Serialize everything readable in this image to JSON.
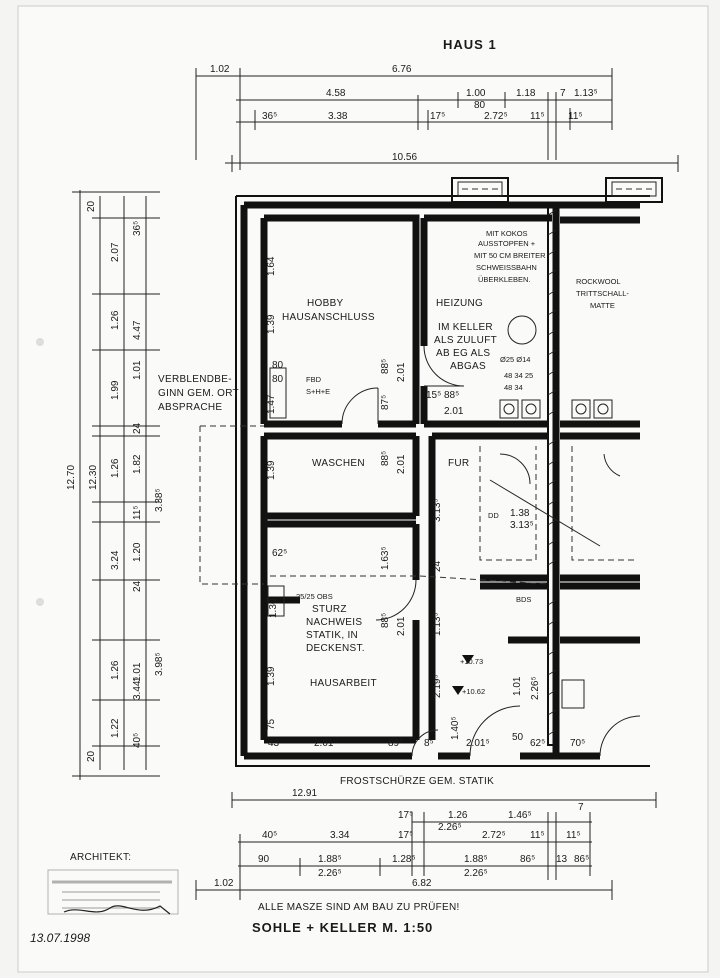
{
  "header": {
    "title": "HAUS 1"
  },
  "footer": {
    "note": "ALLE MASZE SIND AM BAU ZU PRÜFEN!",
    "title": "SOHLE + KELLER M. 1:50"
  },
  "architect": {
    "label": "ARCHITEKT:",
    "signature_date": "13.07.1998"
  },
  "rooms": {
    "hobby_1": "HOBBY",
    "hobby_2": "HAUSANSCHLUSS",
    "heizung": "HEIZUNG",
    "waschen": "WASCHEN",
    "flur": "FUR",
    "hausarbeit": "HAUSARBEIT"
  },
  "notes": {
    "kokos": [
      "MIT KOKOS",
      "AUSSTOPFEN +",
      "MIT 50 CM BREITER",
      "SCHWEISSBAHN",
      "ÜBERKLEBEN."
    ],
    "rockwool": [
      "ROCKWOOL",
      "TRITTSCHALL-",
      "MATTE"
    ],
    "keller": [
      "IM KELLER",
      "ALS ZULUFT",
      "AB EG ALS",
      "ABGAS"
    ],
    "verblend": [
      "VERBLENDBE-",
      "GINN GEM. ORT",
      "ABSPRACHE"
    ],
    "sturz": [
      "STURZ",
      "NACHWEIS",
      "STATIK, IN",
      "DECKENST."
    ],
    "frost": "FROSTSCHÜRZE GEM. STATIK",
    "fbd": "FBD",
    "she": "S+H+E",
    "dd": "DD",
    "bds": "BDS",
    "sturz_size": "25/25 OBS",
    "level_1": "+10.73",
    "level_2": "+10.62",
    "pipe": "Ø25 Ø14",
    "pipe2": "48 34 25",
    "pipe3": "48 34"
  },
  "dims_top": {
    "r1": [
      "1.02",
      "6.76"
    ],
    "r2": [
      "4.58",
      "1.00",
      "1.18",
      "7",
      "1.13⁵"
    ],
    "r3": [
      "36⁵",
      "3.38",
      "17⁵",
      "80",
      "2.72⁵",
      "11⁵",
      "11⁵"
    ],
    "overall": "10.56"
  },
  "dims_left": [
    "20",
    "2.07",
    "1.26",
    "1.99",
    "1.26",
    "3.24",
    "1.26",
    "1.22",
    "20",
    "12.70",
    "12.30",
    "36⁵",
    "4.47",
    "1.01",
    "1.82",
    "1.20",
    "1.01",
    "3.38⁵",
    "3.98⁵",
    "24",
    "24",
    "11⁵",
    "3.44⁵",
    "40⁵"
  ],
  "dims_bottom": {
    "overall": "12.91",
    "r1": [
      "17⁵",
      "1.26",
      "1.46⁵",
      "7"
    ],
    "r2": [
      "40⁵",
      "3.34",
      "17⁵",
      "2.26⁵",
      "2.72⁵",
      "11⁵",
      "11⁵"
    ],
    "r3": [
      "90",
      "1.88⁵",
      "1.28⁵",
      "1.88⁵",
      "86⁵",
      "13",
      "86⁵"
    ],
    "r4": [
      "2.26⁵",
      "2.26⁵"
    ],
    "r5": [
      "1.02",
      "6.82"
    ]
  },
  "dims_inner": [
    "1.64",
    "1.39",
    "80",
    "80",
    "1.47",
    "88⁵",
    "2.01",
    "87⁵",
    "15⁵",
    "88⁵",
    "2.01",
    "1.39",
    "88⁵",
    "2.01",
    "3.13⁵",
    "1.38",
    "3.13⁵",
    "62⁵",
    "1.63⁵",
    "1.30",
    "88⁵",
    "2.01",
    "1.13⁵",
    "24",
    "1.39",
    "2.19⁵",
    "1.01",
    "2.26⁵",
    "75",
    "43",
    "2.01⁵",
    "89⁵",
    "8⁵",
    "1.40⁵",
    "2.01⁵",
    "50",
    "62⁵",
    "70⁵"
  ]
}
